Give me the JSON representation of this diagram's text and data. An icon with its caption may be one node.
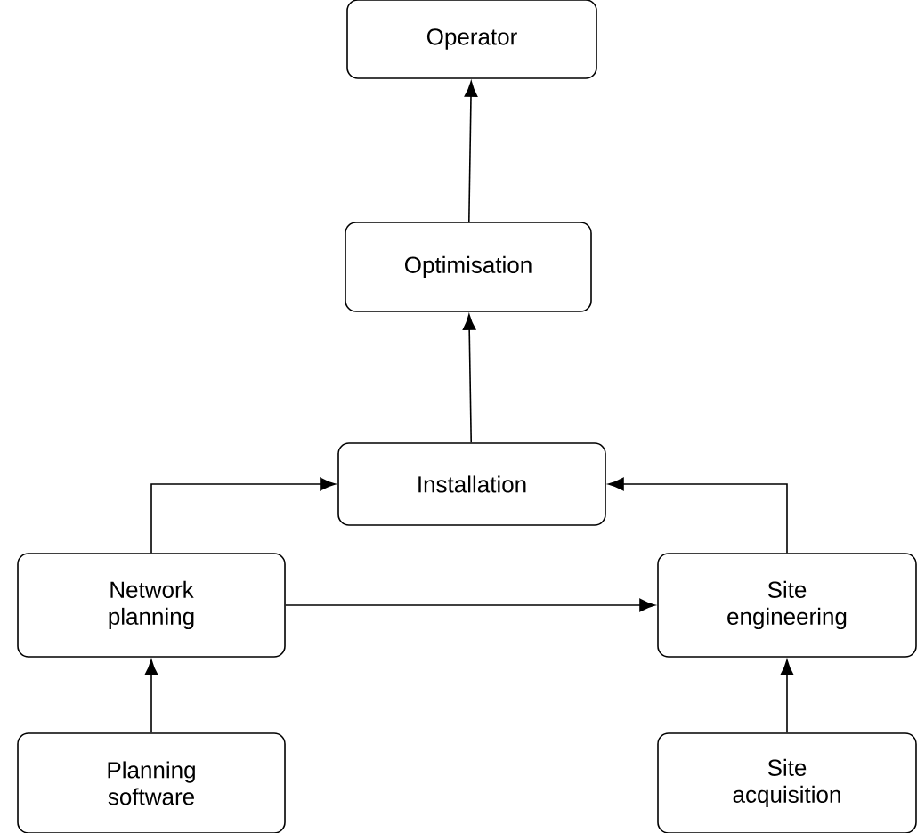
{
  "diagram": {
    "nodes": [
      {
        "text": [
          "Operator"
        ]
      },
      {
        "text": [
          "Optimisation"
        ]
      },
      {
        "text": [
          "Installation"
        ]
      },
      {
        "text": [
          "Network planning"
        ]
      },
      {
        "text": [
          "Site engineering"
        ]
      },
      {
        "text": [
          "Planning software"
        ]
      },
      {
        "text": [
          "Site acquisition"
        ]
      }
    ],
    "edges": [
      {
        "from": 1,
        "to": 0,
        "arrow": "to"
      },
      {
        "from": 2,
        "to": 1,
        "arrow": "to"
      },
      {
        "from": 3,
        "to": 2,
        "arrow": "to"
      },
      {
        "from": 4,
        "to": 2,
        "arrow": "to"
      },
      {
        "from": 3,
        "to": 4,
        "arrow": "to"
      },
      {
        "from": 5,
        "to": 3,
        "arrow": "to"
      },
      {
        "from": 6,
        "to": 4,
        "arrow": "to"
      }
    ]
  }
}
